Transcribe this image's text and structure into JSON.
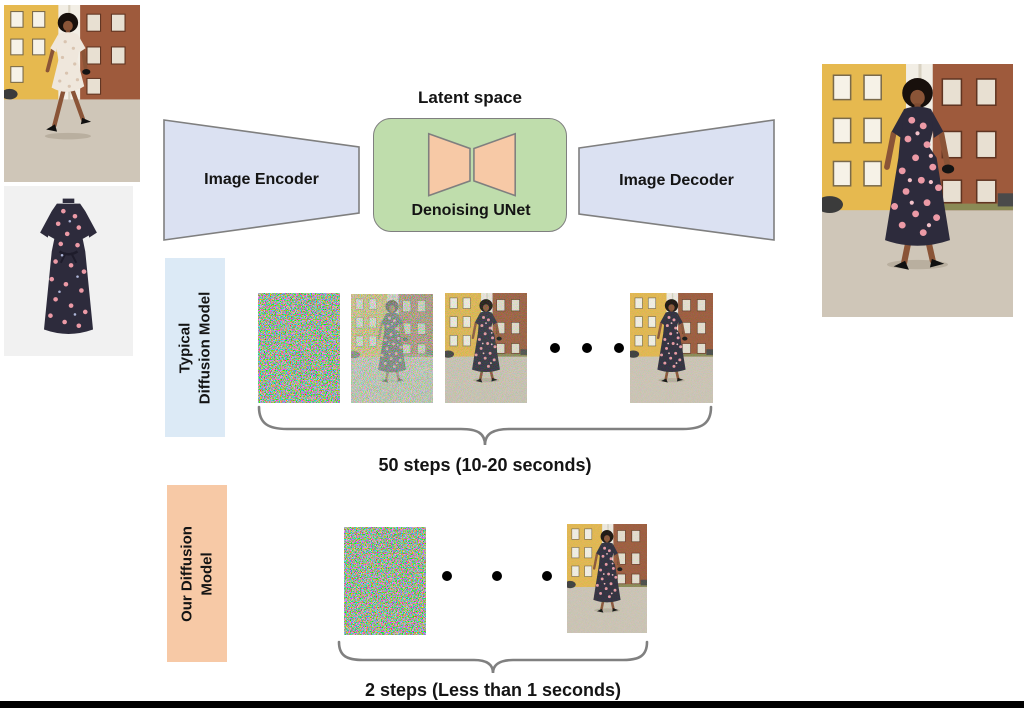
{
  "figure": {
    "latent_space_label": "Latent space",
    "unet_label": "Denoising UNet",
    "encoder_label": "Image Encoder",
    "decoder_label": "Image Decoder"
  },
  "rows": {
    "typical": {
      "label_line1": "Typical",
      "label_line2": "Diffusion Model",
      "caption": "50 steps (10-20 seconds)"
    },
    "our": {
      "label_line1": "Our Diffusion",
      "label_line2": "Model",
      "caption": "2 steps (Less than 1 seconds)"
    }
  },
  "colors": {
    "encoder_decoder_fill": "#DBE1F2",
    "latent_box_fill": "#BFDDAC",
    "unet_trapezoid_fill": "#F7C9A6",
    "typical_label_bg": "#DCEAF6",
    "our_label_bg": "#F7C9A6",
    "shape_border": "#7F7F7F",
    "bottom_bar": "#000000"
  }
}
